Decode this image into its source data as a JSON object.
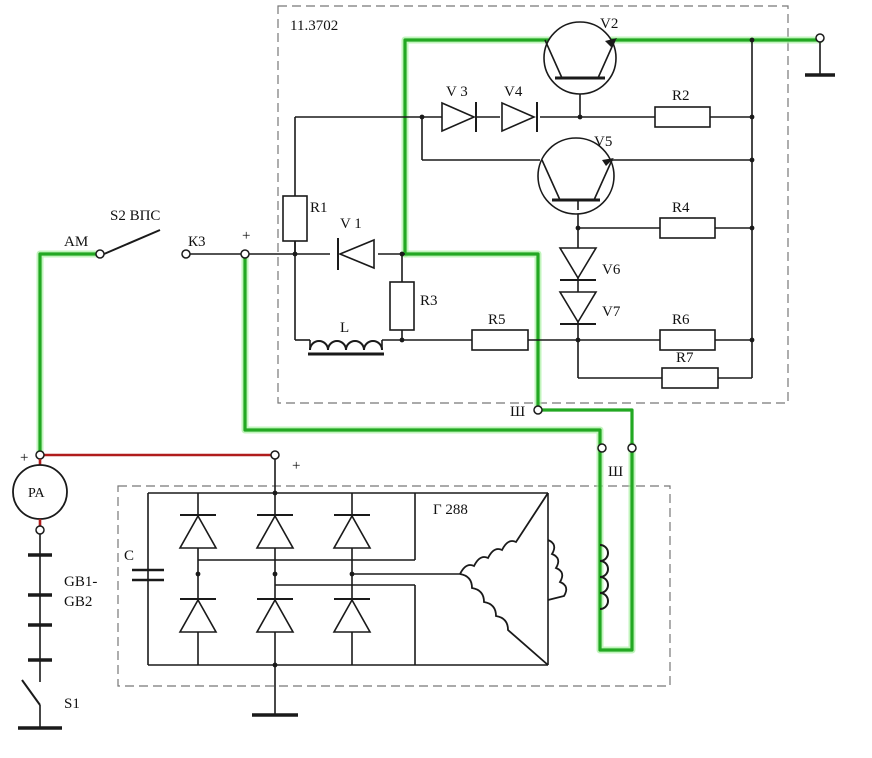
{
  "diagram": {
    "regulator_label": "11.3702",
    "generator_label": "Г 288",
    "labels": {
      "V2": "V2",
      "V3": "V 3",
      "V4": "V4",
      "R2": "R2",
      "V5": "V5",
      "R1": "R1",
      "V1": "V 1",
      "R4": "R4",
      "R3": "R3",
      "V6": "V6",
      "V7": "V7",
      "R5": "R5",
      "R6": "R6",
      "R7": "R7",
      "L": "L",
      "S2": "S2 ВПС",
      "AM": "АМ",
      "K3": "К3",
      "plus_reg": "+",
      "plus_gen": "+",
      "plus_pa": "+",
      "Sh_top": "Ш",
      "Sh_bottom": "Ш",
      "PA": "PA",
      "C": "C",
      "GB": "GB1-",
      "GB2": "GB2",
      "S1": "S1"
    },
    "colors": {
      "highlight_wire": "#22a822",
      "battery_wire": "#b01c1c",
      "wire": "#1a1a1a",
      "enclosure": "#777777"
    }
  }
}
